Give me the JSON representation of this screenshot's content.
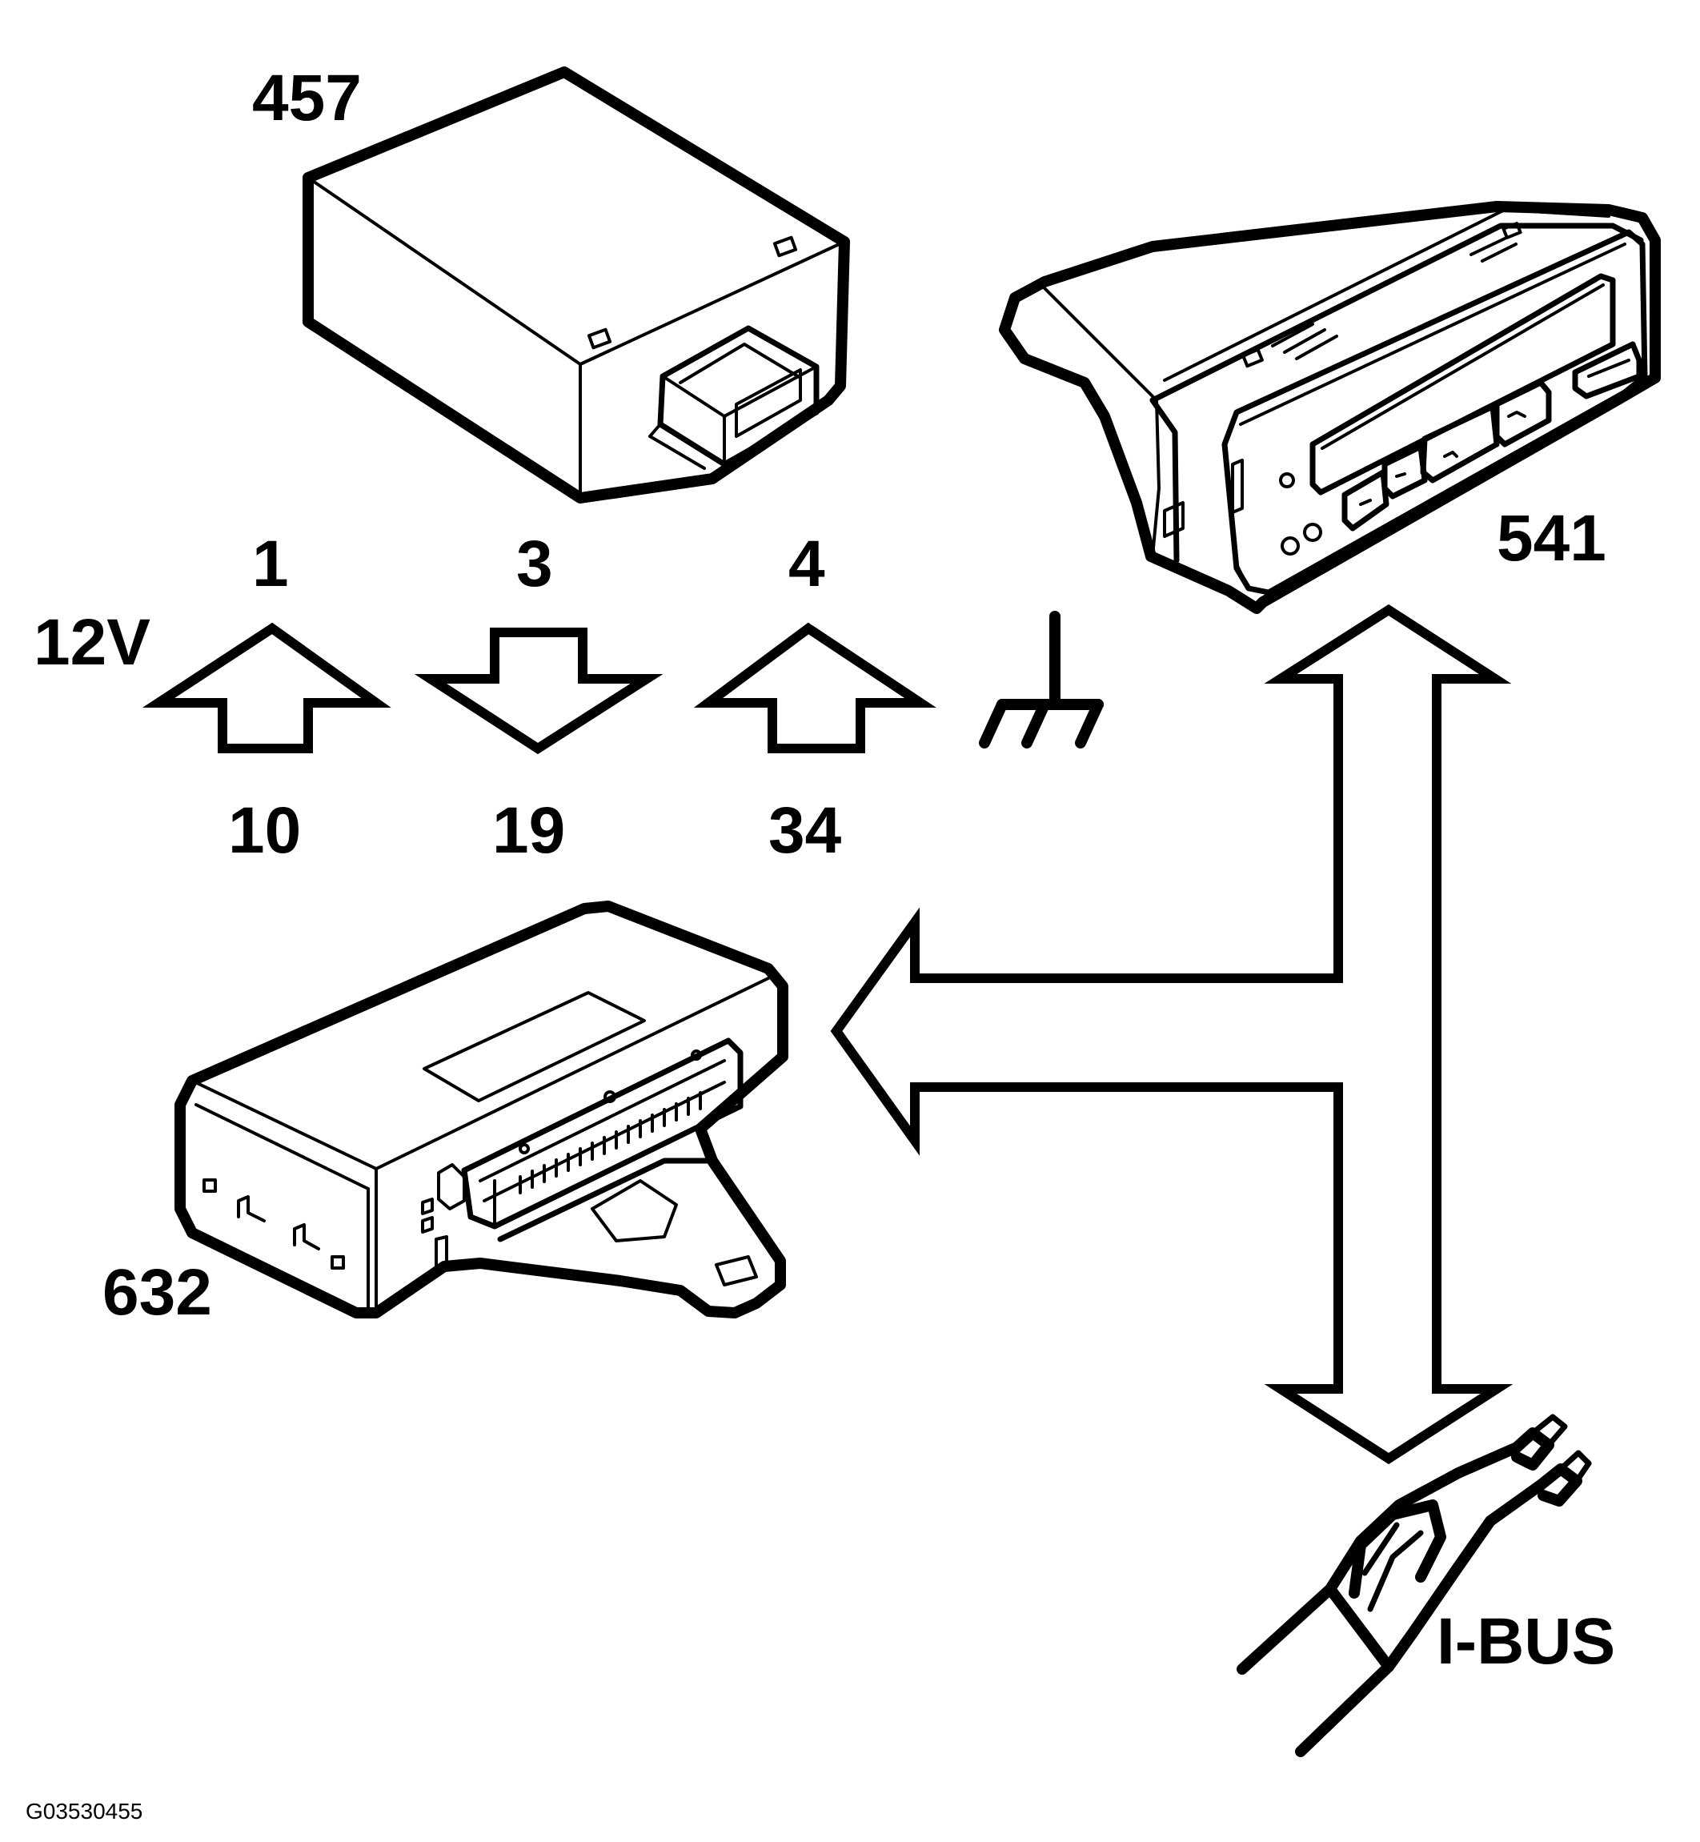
{
  "diagram": {
    "components": {
      "module_top": "457",
      "display_unit": "541",
      "control_unit": "632"
    },
    "supply_label": "12V",
    "pins": {
      "pin_1_top": "1",
      "pin_1_bottom": "10",
      "pin_3_top": "3",
      "pin_3_bottom": "19",
      "pin_4_top": "4",
      "pin_4_bottom": "34"
    },
    "bus_label": "I-BUS",
    "figure_code": "G03530455"
  }
}
